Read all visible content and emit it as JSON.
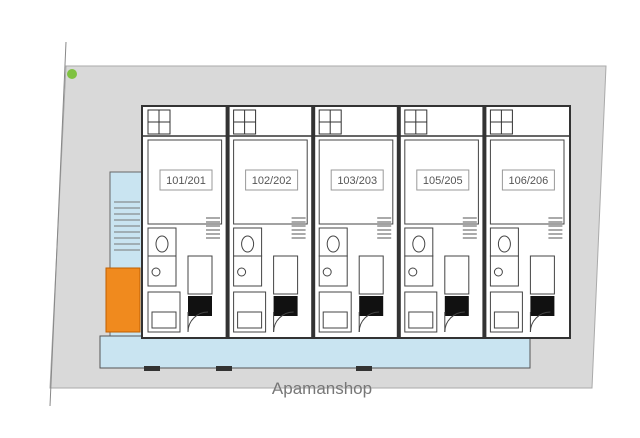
{
  "units": [
    {
      "label": "101/201"
    },
    {
      "label": "102/202"
    },
    {
      "label": "103/203"
    },
    {
      "label": "105/205"
    },
    {
      "label": "106/206"
    }
  ],
  "watermark": "Apamanshop",
  "colors": {
    "site": "#d9d9d9",
    "corridor": "#c9e4f1",
    "stair_highlight": "#f08a1e",
    "wall": "#333333",
    "room": "#ffffff",
    "marker": "#7fc241"
  }
}
